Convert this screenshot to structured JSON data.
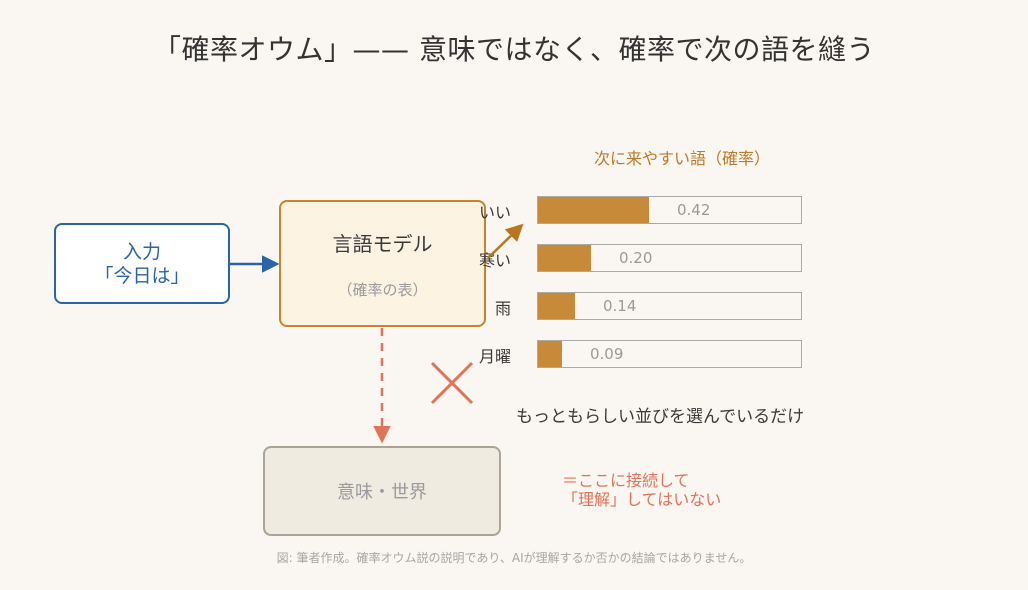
{
  "title": "「確率オウム」—— 意味ではなく、確率で次の語を縫う",
  "input_box": {
    "line1": "入力",
    "line2": "「今日は」"
  },
  "model_box": {
    "title": "言語モデル",
    "subtitle": "（確率の表）"
  },
  "meaning_box": {
    "label": "意味・世界"
  },
  "probabilities": {
    "title": "次に来やすい語（確率）",
    "items": [
      {
        "word": "いい",
        "value": 0.42,
        "label": "0.42"
      },
      {
        "word": "寒い",
        "value": 0.2,
        "label": "0.20"
      },
      {
        "word": "雨",
        "value": 0.14,
        "label": "0.14"
      },
      {
        "word": "月曜",
        "value": 0.09,
        "label": "0.09"
      }
    ]
  },
  "notes": {
    "main": "もっともらしい並びを選んでいるだけ",
    "red_line1": "＝ここに接続して",
    "red_line2": "「理解」してはいない"
  },
  "caption": "図: 筆者作成。確率オウム説の説明であり、AIが理解するか否かの結論ではありません。",
  "colors": {
    "input_blue": "#2a64a8",
    "model_orange": "#c8832c",
    "bar_fill": "#c68a38",
    "cross_red": "#e0735a",
    "meaning_gray": "#a9a495"
  }
}
